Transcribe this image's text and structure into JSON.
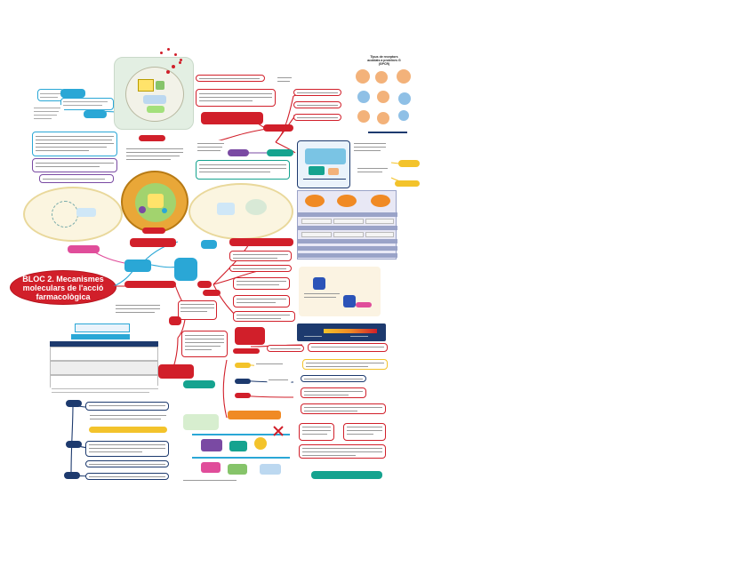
{
  "main_title": {
    "line1": "BLOC 2. Mecanismes",
    "line2": "moleculars de l'acció",
    "line3": "farmacològica"
  },
  "top_right_figure": {
    "title_line1": "Tipus de receptors",
    "title_line2": "acoblats a proteïnes G",
    "title_line3": "(GPCR)"
  },
  "colors": {
    "title_red": "#d11f2a",
    "blue_link": "#2aa7d6",
    "orange": "#f08a24",
    "teal": "#15a38f",
    "purple": "#7a4aa3",
    "navy": "#1d3a6e",
    "pink": "#e04d9a",
    "yellow": "#f3c32b"
  }
}
